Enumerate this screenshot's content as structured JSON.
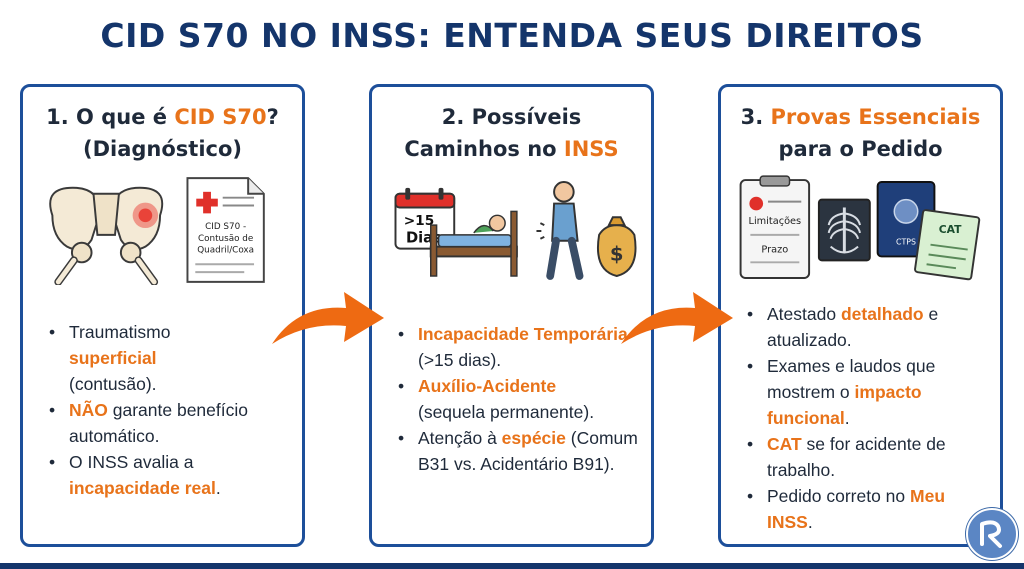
{
  "header": {
    "title": "CID S70 NO INSS: ENTENDA SEUS DIREITOS"
  },
  "colors": {
    "navy": "#14356b",
    "orange": "#e8731a",
    "border": "#1d4f9a"
  },
  "cards": [
    {
      "title": {
        "pre": "1. O que é ",
        "hl": "CID S70",
        "post": "?",
        "line2": "(Diagnóstico)"
      },
      "document": {
        "line1": "CID S70 -",
        "line2": "Contusão de",
        "line3": "Quadril/Coxa"
      },
      "icons": [
        "pelvis-pain-icon",
        "medical-document-icon"
      ],
      "bullets": [
        {
          "t1": "Traumatismo",
          "b1": "superficial",
          "t2": "(contusão)."
        },
        {
          "b1": "NÃO",
          "t1": " garante benefício automático."
        },
        {
          "t1": "O INSS avalia a",
          "b1": "incapacidade real",
          "t2": "."
        }
      ]
    },
    {
      "title": {
        "line1": "2. Possíveis",
        "pre": "Caminhos no ",
        "hl": "INSS"
      },
      "calendar": {
        "line1": ">15",
        "line2": "Dias"
      },
      "icons": [
        "calendar-icon",
        "hospital-bed-icon",
        "injured-person-icon",
        "money-bag-icon"
      ],
      "bullets": [
        {
          "b1": "Incapacidade Temporária",
          "t1": " (>15 dias)."
        },
        {
          "b1": "Auxílio-Acidente",
          "t1": "(sequela permanente)."
        },
        {
          "t1": "Atenção à ",
          "b1": "espécie",
          "t2": "(Comum B31 vs. Acidentário B91)."
        }
      ]
    },
    {
      "title": {
        "line1": "3. ",
        "hl": "Provas Essenciais",
        "line2": "para o Pedido"
      },
      "clipboard": {
        "line1": "Limitações",
        "line2": "Prazo"
      },
      "ctps": {
        "label": "CTPS"
      },
      "cat": {
        "label": "CAT"
      },
      "icons": [
        "clipboard-icon",
        "xray-icon",
        "ctps-icon",
        "cat-document-icon"
      ],
      "bullets": [
        {
          "t1": "Atestado ",
          "b1": "detalhado",
          "t2": " e atualizado."
        },
        {
          "t1": "Exames e laudos que mostrem o ",
          "b1": "impacto funcional",
          "t2": "."
        },
        {
          "b1": "CAT",
          "t1": " se for acidente de trabalho."
        },
        {
          "t1": "Pedido correto no ",
          "b1": "Meu INSS",
          "t2": "."
        }
      ]
    }
  ]
}
